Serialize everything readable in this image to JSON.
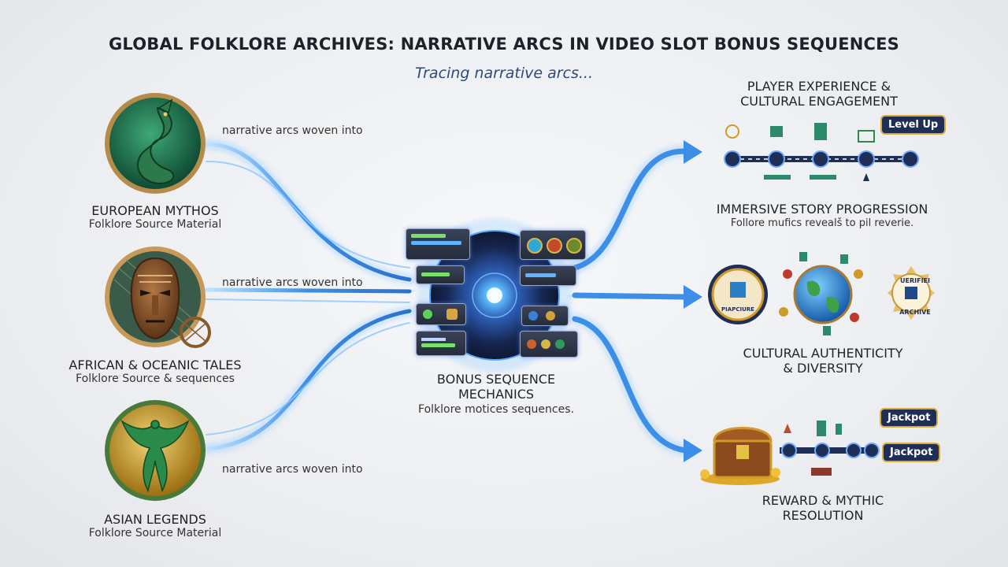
{
  "title": "GLOBAL FOLKLORE ARCHIVES: NARRATIVE ARCS IN VIDEO SLOT BONUS SEQUENCES",
  "subtitle": "Tracing narrative arcs...",
  "sources": [
    {
      "name": "EUROPEAN MYTHOS",
      "sub": "Folklore Source Material",
      "icon": "dragon-icon",
      "flow_label": "narrative arcs woven into"
    },
    {
      "name": "AFRICAN & OCEANIC TALES",
      "sub": "Folklore Source & sequences",
      "icon": "mask-icon",
      "flow_label": "narrative arcs woven into"
    },
    {
      "name": "ASIAN LEGENDS",
      "sub": "Folklore Source Material",
      "icon": "phoenix-icon",
      "flow_label": "narrative arcs woven into"
    }
  ],
  "center": {
    "title_line1": "BONUS SEQUENCE",
    "title_line2": "MECHANICS",
    "sub": "Folklore motices sequences."
  },
  "destinations": [
    {
      "title_top_line1": "PLAYER EXPERIENCE &",
      "title_top_line2": "CULTURAL ENGAGEMENT",
      "tag": "Level Up",
      "title": "IMMERSIVE STORY PROGRESSION",
      "sub": "Follore mufics revealš to pil reverie."
    },
    {
      "title_line1": "CULTURAL AUTHENTICITY",
      "title_line2": "& DIVERSITY",
      "badge_left": "PIAPCIURE",
      "badge_right_top": "UERIFIEI",
      "badge_right_bottom": "ARCHIVE"
    },
    {
      "tag_top": "Jackpot",
      "tag_bottom": "Jackpot",
      "title_line1": "REWARD & MYTHIC",
      "title_line2": "RESOLUTION"
    }
  ],
  "colors": {
    "flow": "#3d8ee6",
    "flow_glow": "#9fd0ff",
    "tag_bg": "#1f2e55",
    "tag_border": "#d9a93a",
    "core": "#1a2a55"
  }
}
